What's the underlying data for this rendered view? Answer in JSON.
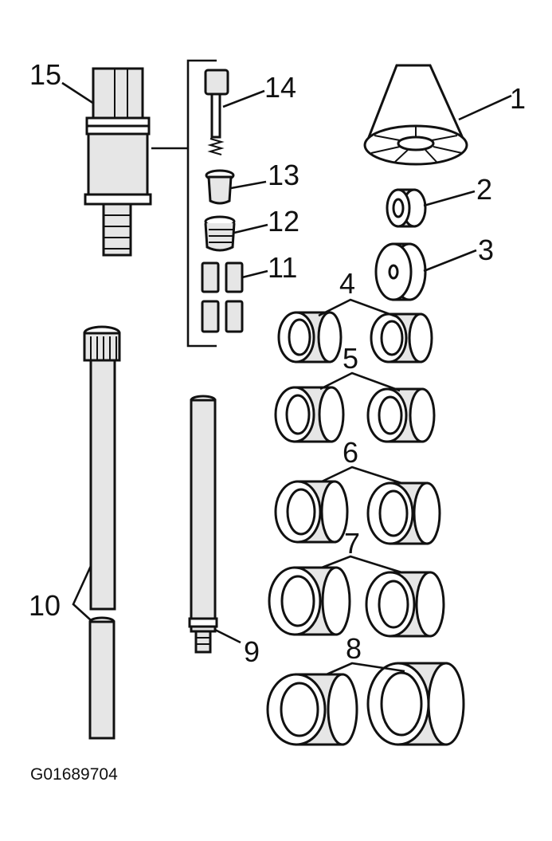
{
  "figure_code": "G01689704",
  "callouts": {
    "c1": "1",
    "c2": "2",
    "c3": "3",
    "c4": "4",
    "c5": "5",
    "c6": "6",
    "c7": "7",
    "c8": "8",
    "c9": "9",
    "c10": "10",
    "c11": "11",
    "c12": "12",
    "c13": "13",
    "c14": "14",
    "c15": "15"
  }
}
